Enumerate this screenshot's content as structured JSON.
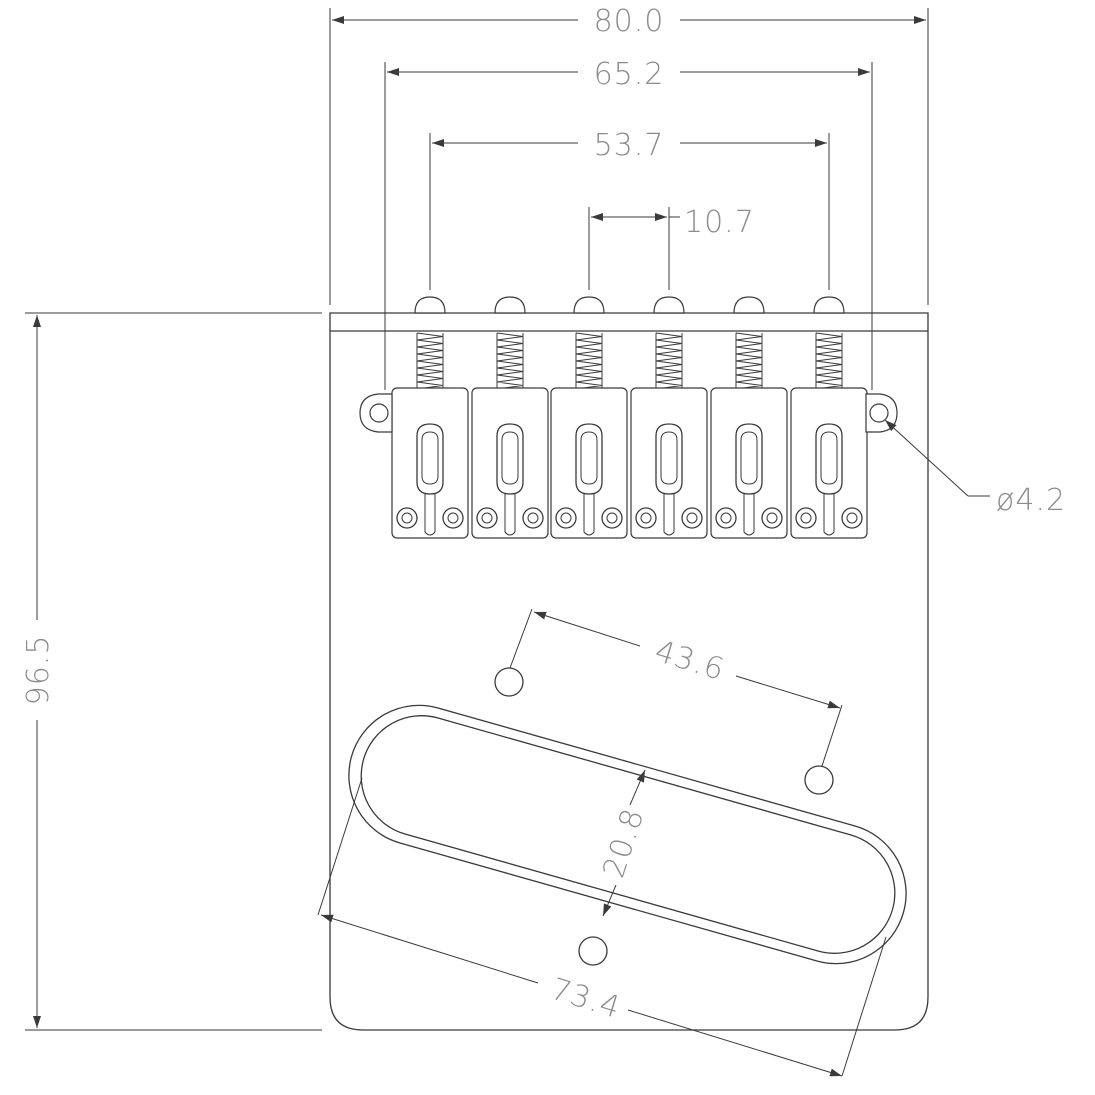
{
  "dimensions": {
    "overall_width": "80.0",
    "outer_saddle_span": "65.2",
    "string_span": "53.7",
    "string_spacing": "10.7",
    "mount_hole_diameter": "ø4.2",
    "overall_length": "96.5",
    "pickup_mount_spacing": "43.6",
    "pickup_width": "20.8",
    "pickup_length": "73.4"
  },
  "colors": {
    "line": "#3a3a3a",
    "dimension_text": "#8c8c8c",
    "background": "#ffffff"
  }
}
